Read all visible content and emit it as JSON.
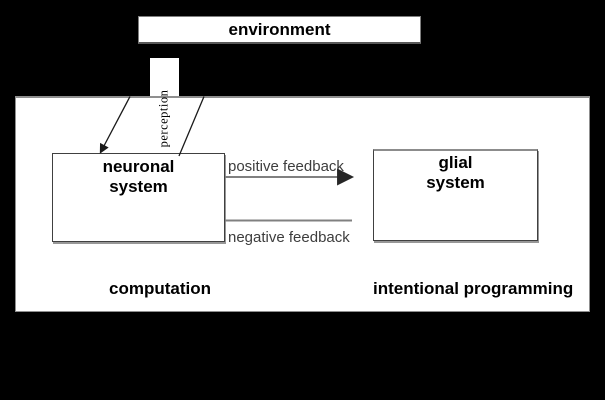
{
  "environment": {
    "label": "environment"
  },
  "perception": {
    "label": "perception"
  },
  "neuronal_system": {
    "label": "neuronal\nsystem"
  },
  "glial_system": {
    "label": "glial\nsystem"
  },
  "feedback": {
    "positive_label": "positive feedback",
    "negative_label": "negative feedback"
  },
  "captions": {
    "computation": "computation",
    "intentional_programming": "intentional programming"
  },
  "colors": {
    "background": "#000000",
    "panel": "#ffffff",
    "connector_gray": "#808080",
    "label_gray": "#3d3d3d",
    "text_black": "#000000"
  }
}
